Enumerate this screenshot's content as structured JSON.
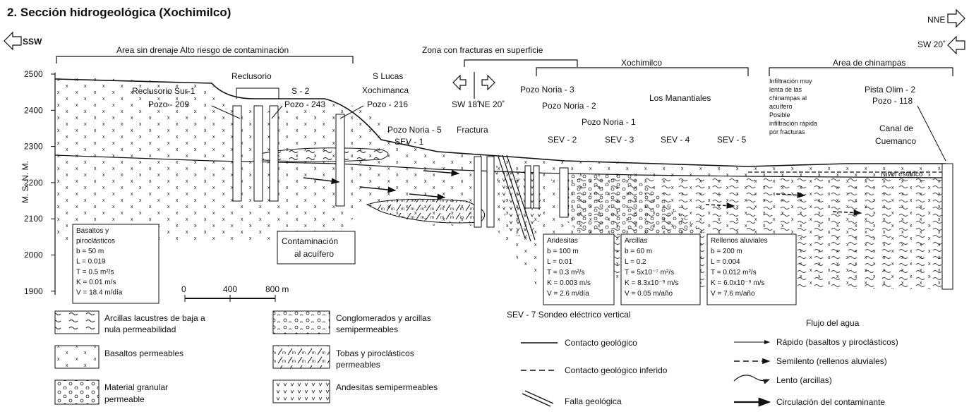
{
  "title": "2. Sección hidrogeológica (Xochimilco)",
  "directions": {
    "nne": "NNE",
    "ssw": "SSW",
    "sw20": "SW 20˚",
    "sw18": "SW 18˚",
    "ne20": "NE 20˚"
  },
  "brackets": {
    "area_sin_drenaje": "Area sin drenaje  Alto riesgo de contaminación",
    "zona_fracturas": "Zona con fracturas en superficie",
    "xochimilco": "Xochimilco",
    "area_chinampas": "Area de chinampas"
  },
  "y_axis": {
    "label": "M. S. N. M.",
    "ticks": [
      "2500",
      "2400",
      "2300",
      "2200",
      "2100",
      "2000",
      "1900"
    ]
  },
  "labels": {
    "reclusorio_sur": [
      "Reclusorio Sur-1",
      "Pozo - 209"
    ],
    "reclusorio": "Reclusorio",
    "s2": [
      "S - 2",
      "Pozo - 243"
    ],
    "s_lucas": [
      "S  Lucas",
      "Xochimanca",
      "Pozo - 216"
    ],
    "pozo_noria_3": "Pozo Noria - 3",
    "pozo_noria_2": "Pozo Noria - 2",
    "pozo_noria_1": "Pozo Noria - 1",
    "pozo_noria_5": "Pozo Noria - 5",
    "sev1": "SEV - 1",
    "fractura": "Fractura",
    "los_manantiales": "Los Manantiales",
    "sev2": "SEV - 2",
    "sev3": "SEV - 3",
    "sev4": "SEV - 4",
    "sev5": "SEV - 5",
    "infiltracion": [
      "Infiltración muy",
      "lenta de las",
      "chinampas al",
      "acuífero",
      "Posible",
      "infiltración rápida",
      "por fracturas"
    ],
    "pista_olim": [
      "Pista Olim  - 2",
      "Pozo - 118"
    ],
    "canal": [
      "Canal de",
      "Cuemanco"
    ],
    "nivel_estatico": "Nivel estático",
    "contaminacion": [
      "Contaminación",
      "al acuífero"
    ]
  },
  "scale_bar": [
    "0",
    "400",
    "800 m"
  ],
  "info_boxes": [
    {
      "lines": [
        "Basaltos y",
        "piroclásticos",
        "b = 50 m",
        "L = 0.019",
        "T = 0.5 m²/s",
        "K = 0.01 m/s",
        "V = 18.4 m/día"
      ]
    },
    {
      "lines": [
        "Andesitas",
        "b = 100 m",
        "L = 0.01",
        "T = 0.3 m²/s",
        "K = 0.003 m/s",
        "V = 2.6 m/día"
      ]
    },
    {
      "lines": [
        "Arcillas",
        "b = 60 m",
        "L = 0.2",
        "T = 5x10⁻⁷ m²/s",
        "K = 8.3x10⁻⁹ m/s",
        "V = 0.05 m/año"
      ]
    },
    {
      "lines": [
        "Rellenos aluviales",
        "b = 200 m",
        "L = 0.004",
        "T = 0.012 m²/s",
        "K = 6.0x10⁻⁹ m/s",
        "V = 7.6 m/año"
      ]
    }
  ],
  "legend_left": [
    {
      "pattern": "lacustre",
      "text": [
        "Arcillas lacustres de baja a",
        "nula permeabilidad"
      ]
    },
    {
      "pattern": "basalt",
      "text": [
        "Basaltos permeables"
      ]
    },
    {
      "pattern": "granular",
      "text": [
        "Material granular",
        "permeable"
      ]
    }
  ],
  "legend_mid": [
    {
      "pattern": "conglomerate",
      "text": [
        "Conglomerados y arcillas",
        "semipermeables"
      ]
    },
    {
      "pattern": "tuff",
      "text": [
        "Tobas y piroclásticos",
        "permeables"
      ]
    },
    {
      "pattern": "andesite",
      "text": [
        "Andesitas semipermeables"
      ]
    }
  ],
  "legend_right": {
    "sev": "SEV - 7  Sondeo eléctrico vertical",
    "contacto": "Contacto geológico",
    "contacto_inferido": "Contacto geológico inferido",
    "falla": "Falla geológica"
  },
  "flow_legend": {
    "title": "Flujo del agua",
    "items": [
      "Rápido (basaltos y piroclásticos)",
      "Semilento (rellenos aluviales)",
      "Lento (arcillas)",
      "Circulación del contaminante"
    ]
  }
}
